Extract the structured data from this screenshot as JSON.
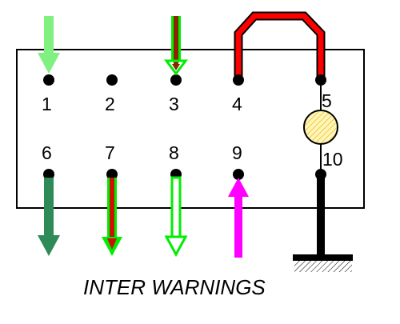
{
  "caption": "INTER WARNINGS",
  "pins": [
    {
      "id": 1,
      "label": "1"
    },
    {
      "id": 2,
      "label": "2"
    },
    {
      "id": 3,
      "label": "3"
    },
    {
      "id": 4,
      "label": "4"
    },
    {
      "id": 5,
      "label": "5"
    },
    {
      "id": 6,
      "label": "6"
    },
    {
      "id": 7,
      "label": "7"
    },
    {
      "id": 8,
      "label": "8"
    },
    {
      "id": 9,
      "label": "9"
    },
    {
      "id": 10,
      "label": "10"
    }
  ],
  "colors": {
    "light_green": "#80f080",
    "dark_green": "#2e8b57",
    "bright_green": "#00ee00",
    "red": "#ff0000",
    "magenta": "#ff00ff",
    "lamp_fill": "#fff5b8",
    "black": "#000000"
  }
}
